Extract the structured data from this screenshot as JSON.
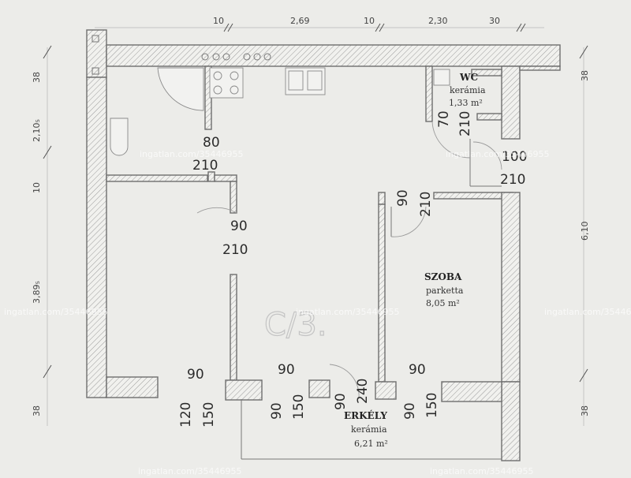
{
  "top_dims": [
    "10",
    "2,69",
    "10",
    "2,30",
    "30"
  ],
  "left_dims": [
    "38",
    "2,10₅",
    "10",
    "3,89₅",
    "38"
  ],
  "right_dims": [
    "38",
    "6,10",
    "38"
  ],
  "openings": {
    "kitchen_80": "80",
    "kitchen_210": "210",
    "door_left_90": "90",
    "door_left_210": "210",
    "door_mid_90": "90",
    "door_mid_210": "210",
    "wc_70": "70",
    "wc_210": "210",
    "hall_100": "100",
    "hall_210": "210",
    "bottom_90_a": "90",
    "bottom_120": "120",
    "bottom_150_a": "150",
    "bottom_90_b": "90",
    "bottom_90_c": "90",
    "bottom_150_b": "150",
    "bottom_90_d": "90",
    "bottom_240": "240",
    "bottom_90_e": "90",
    "bottom_90_f": "90",
    "bottom_150_c": "150"
  },
  "rooms": {
    "wc": {
      "name": "WC",
      "floor": "kerámia",
      "area": "1,33 m²"
    },
    "szoba": {
      "name": "SZOBA",
      "floor": "parketta",
      "area": "8,05 m²"
    },
    "erkely": {
      "name": "ERKÉLY",
      "floor": "kerámia",
      "area": "6,21 m²"
    }
  },
  "unit_label": "C/3.",
  "watermark": "ingatlan.com/35446955"
}
